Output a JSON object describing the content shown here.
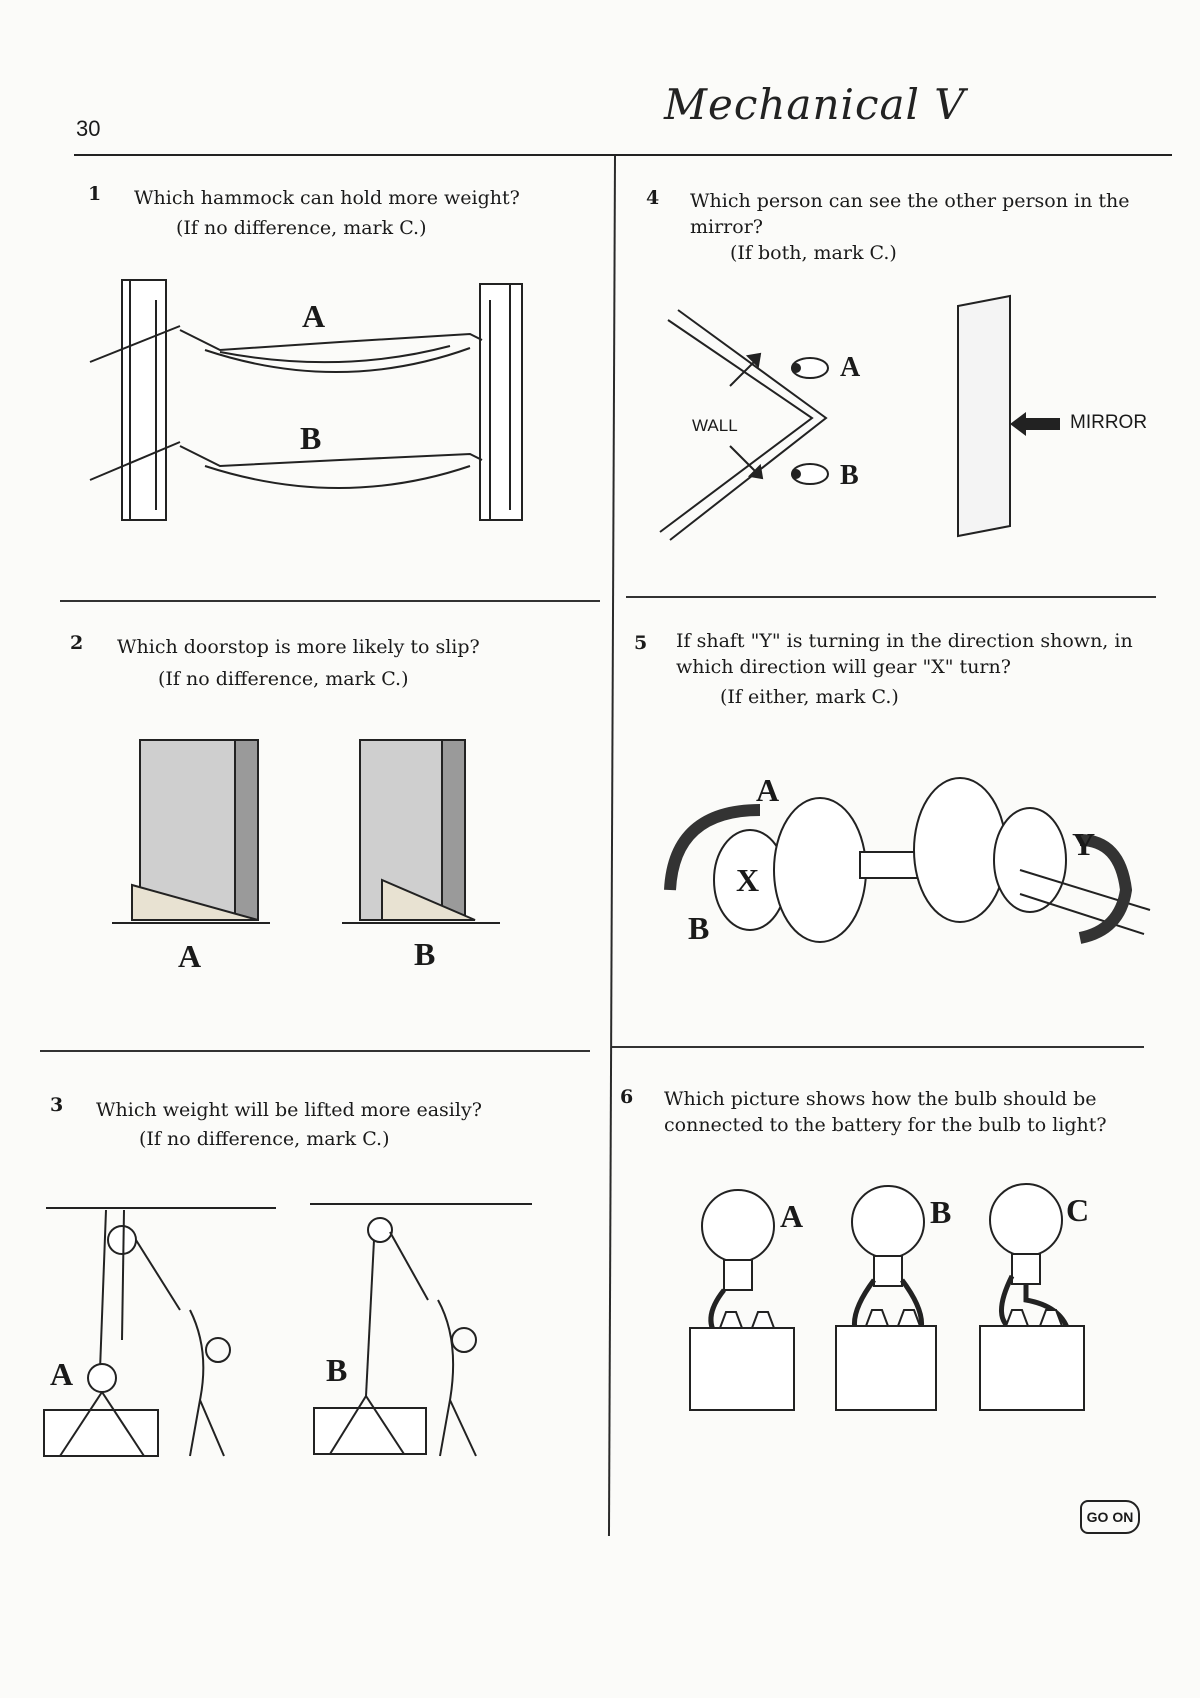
{
  "page": {
    "number": "30",
    "handwritten_title": "Mechanical V",
    "go_on": "GO ON"
  },
  "questions": [
    {
      "number": "1",
      "text": "Which hammock can hold more weight?",
      "sub": "(If no difference, mark C.)",
      "labels": [
        "A",
        "B"
      ]
    },
    {
      "number": "2",
      "text": "Which doorstop is more likely to slip?",
      "sub": "(If no difference, mark C.)",
      "labels": [
        "A",
        "B"
      ]
    },
    {
      "number": "3",
      "text": "Which weight will be lifted more easily?",
      "sub": "(If no difference, mark C.)",
      "labels": [
        "A",
        "B"
      ]
    },
    {
      "number": "4",
      "text": "Which person can see the other person in the mirror?",
      "sub": "(If both, mark C.)",
      "labels": [
        "A",
        "B"
      ],
      "wall_label": "WALL",
      "mirror_label": "MIRROR"
    },
    {
      "number": "5",
      "text": "If shaft \"Y\" is turning in the direction shown, in which direction will gear \"X\" turn?",
      "sub": "(If either, mark C.)",
      "labels": [
        "A",
        "B"
      ],
      "gear_labels": [
        "X",
        "Y"
      ]
    },
    {
      "number": "6",
      "text": "Which picture shows how the bulb should be connected to the battery for the bulb to light?",
      "sub": "",
      "labels": [
        "A",
        "B",
        "C"
      ]
    }
  ]
}
